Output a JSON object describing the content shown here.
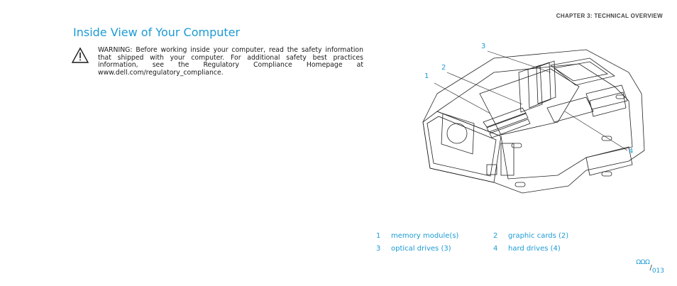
{
  "header": {
    "chapter": "CHAPTER 3: TECHNICAL OVERVIEW"
  },
  "title": "Inside View of Your Computer",
  "warning": {
    "icon": "warning-triangle-icon",
    "text": "WARNING: Before working inside your computer, read the safety information that shipped with your computer. For additional safety best practices information, see the Regulatory Compliance Homepage at www.dell.com/regulatory_compliance."
  },
  "figure": {
    "callouts": [
      "1",
      "2",
      "3",
      "4"
    ]
  },
  "legend": [
    {
      "num": "1",
      "label": "memory module(s)"
    },
    {
      "num": "2",
      "label": "graphic cards (2)"
    },
    {
      "num": "3",
      "label": "optical drives (3)"
    },
    {
      "num": "4",
      "label": "hard drives (4)"
    }
  ],
  "footer": {
    "logo": "ΩΩΩ",
    "slash": "/",
    "page": "013"
  },
  "colors": {
    "accent": "#1c9bd4",
    "text": "#1a1a1a"
  }
}
